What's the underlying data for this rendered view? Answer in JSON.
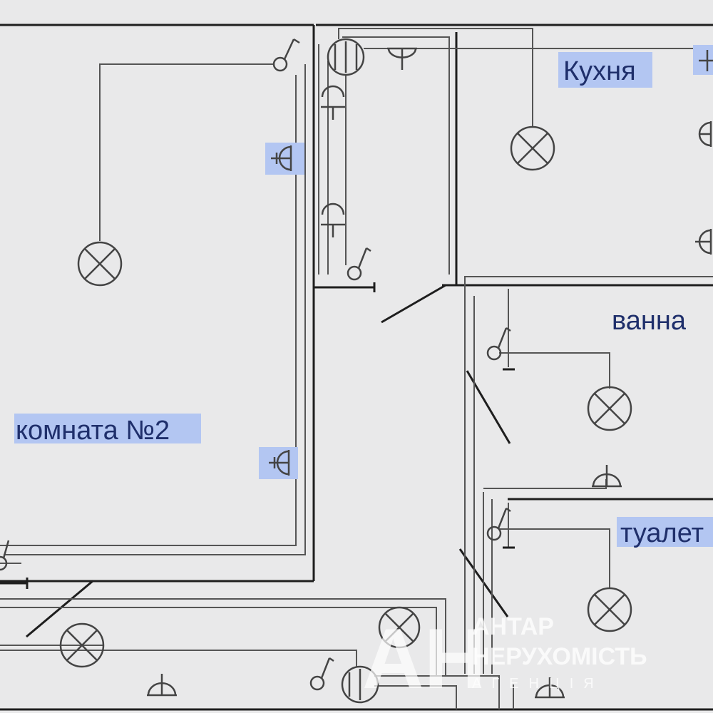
{
  "rooms": {
    "kitchen": "Кухня",
    "room2": "комната №2",
    "bath": "ванна",
    "toilet": "туалет"
  },
  "watermark": {
    "logo": "АН",
    "line1": "АНТАР",
    "line2": "НЕРУХОМІСТЬ",
    "line3": "АГЕНЦІЯ"
  },
  "colors": {
    "background": "#e9e9ea",
    "wall": "#1e1e1e",
    "wire": "#555555",
    "label_highlight": "#b3c6f2",
    "label_text": "#1f2f6b"
  },
  "icons": [
    "ceiling-lamp-icon",
    "switch-icon",
    "socket-icon",
    "wall-lamp-icon",
    "junction-box-icon"
  ]
}
